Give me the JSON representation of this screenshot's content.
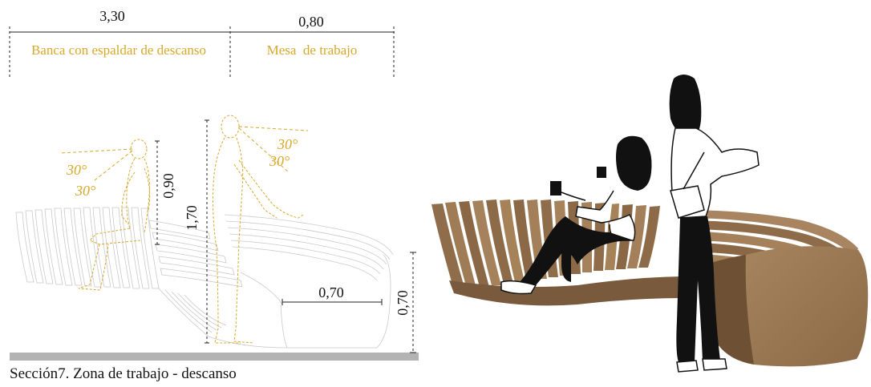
{
  "colors": {
    "accent_gold": "#d7a82c",
    "line_dark": "#222222",
    "slat_gray": "#c9c9c9",
    "ground_gray": "#b3b3b3",
    "wood_light": "#b08d66",
    "wood_dark": "#7a5a3c",
    "figure_black": "#111111"
  },
  "dimensions": {
    "bench_width": "3,30",
    "table_width": "0,80",
    "seated_height": "0,90",
    "standing_height": "1,70",
    "table_depth": "0,70",
    "table_height": "0,70"
  },
  "zones": {
    "bench_label": "Banca con espaldar de descanso",
    "table_label": "Mesa  de trabajo"
  },
  "angles": {
    "seated_upper": "30°",
    "seated_lower": "30°",
    "standing_upper": "30°",
    "standing_lower": "30°"
  },
  "caption": "Sección7. Zona de trabajo - descanso",
  "icons": [
    "seated-person-icon",
    "standing-person-icon",
    "woman-seated-icon",
    "woman-standing-icon"
  ]
}
